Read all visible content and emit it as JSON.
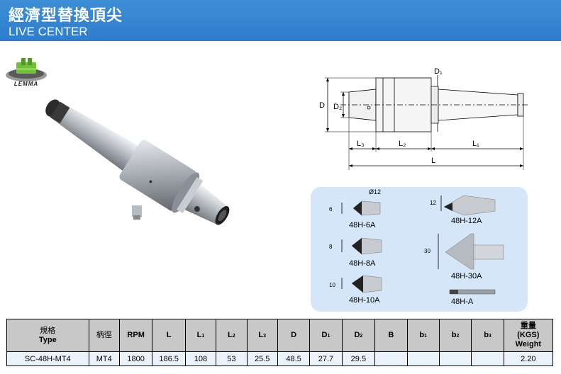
{
  "header": {
    "title_zh": "經濟型替換頂尖",
    "title_en": "LIVE CENTER"
  },
  "logo": {
    "text": "LEMMA",
    "icon": "lemma-logo-icon"
  },
  "drawing": {
    "labels": {
      "D": "D",
      "D1": "D₁",
      "D2": "D₂",
      "L": "L",
      "L1": "L₁",
      "L2": "L₂",
      "L3": "L₃"
    }
  },
  "tips": [
    {
      "name": "48H-6A",
      "dim": "6",
      "top_dim": "Ø12"
    },
    {
      "name": "48H-8A",
      "dim": "8"
    },
    {
      "name": "48H-10A",
      "dim": "10"
    },
    {
      "name": "48H-12A",
      "dim": "12"
    },
    {
      "name": "48H-30A",
      "dim": "30"
    },
    {
      "name": "48H-A"
    }
  ],
  "table": {
    "headers": {
      "type_zh": "規格",
      "type_en": "Type",
      "shank": "柄徑",
      "rpm": "RPM",
      "L": "L",
      "L1": "L",
      "L1_sub": "1",
      "L2": "L",
      "L2_sub": "2",
      "L3": "L",
      "L3_sub": "3",
      "D": "D",
      "D1": "D",
      "D1_sub": "1",
      "D2": "D",
      "D2_sub": "2",
      "B": "B",
      "b1": "b",
      "b1_sub": "1",
      "b2": "b",
      "b2_sub": "2",
      "b3": "b",
      "b3_sub": "3",
      "weight_zh": "重量",
      "weight_unit": "(KGS)",
      "weight_en": "Weight"
    },
    "rows": [
      {
        "type": "SC-48H-MT4",
        "shank": "MT4",
        "rpm": "1800",
        "L": "186.5",
        "L1": "108",
        "L2": "53",
        "L3": "25.5",
        "D": "48.5",
        "D1": "27.7",
        "D2": "29.5",
        "B": "",
        "b1": "",
        "b2": "",
        "b3": "",
        "weight": "2.20"
      }
    ]
  },
  "colors": {
    "header_blue": "#3d8fd6",
    "panel_blue": "#d4e6f7",
    "table_header": "#c8c8c8",
    "row_bg": "#eaf3fb"
  }
}
